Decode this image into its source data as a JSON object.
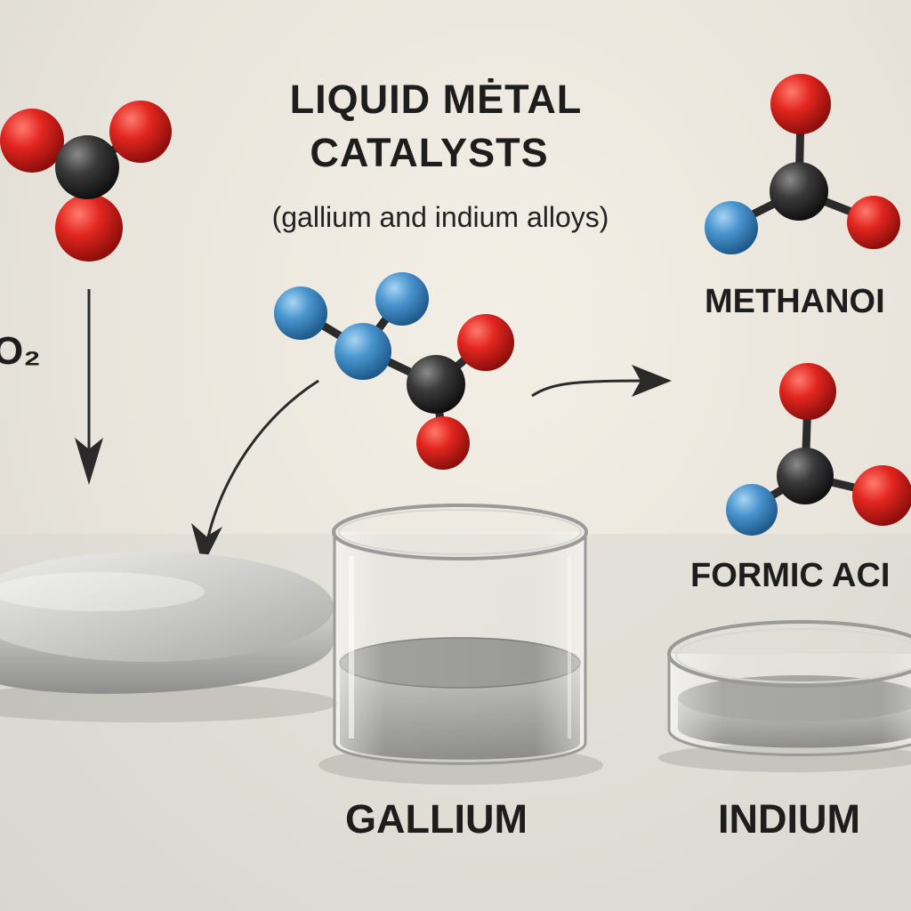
{
  "title": {
    "line1": "LIQUID MĖTAL",
    "line2": "CATALYSTS",
    "subtitle": "(gallium and indium alloys)"
  },
  "labels": {
    "reactant": "O₂",
    "product_top": "METHANOI",
    "product_bottom": "FORMIC ACI",
    "container_middle": "GALLIUM",
    "container_right": "INDIUM"
  },
  "colors": {
    "oxygen_atom": "#d9211e",
    "carbon_atom": "#3a3a3a",
    "blue_atom": "#4a95cf",
    "bond": "#2a2a2a",
    "text": "#1d1d1d",
    "background": "#ece8df"
  }
}
